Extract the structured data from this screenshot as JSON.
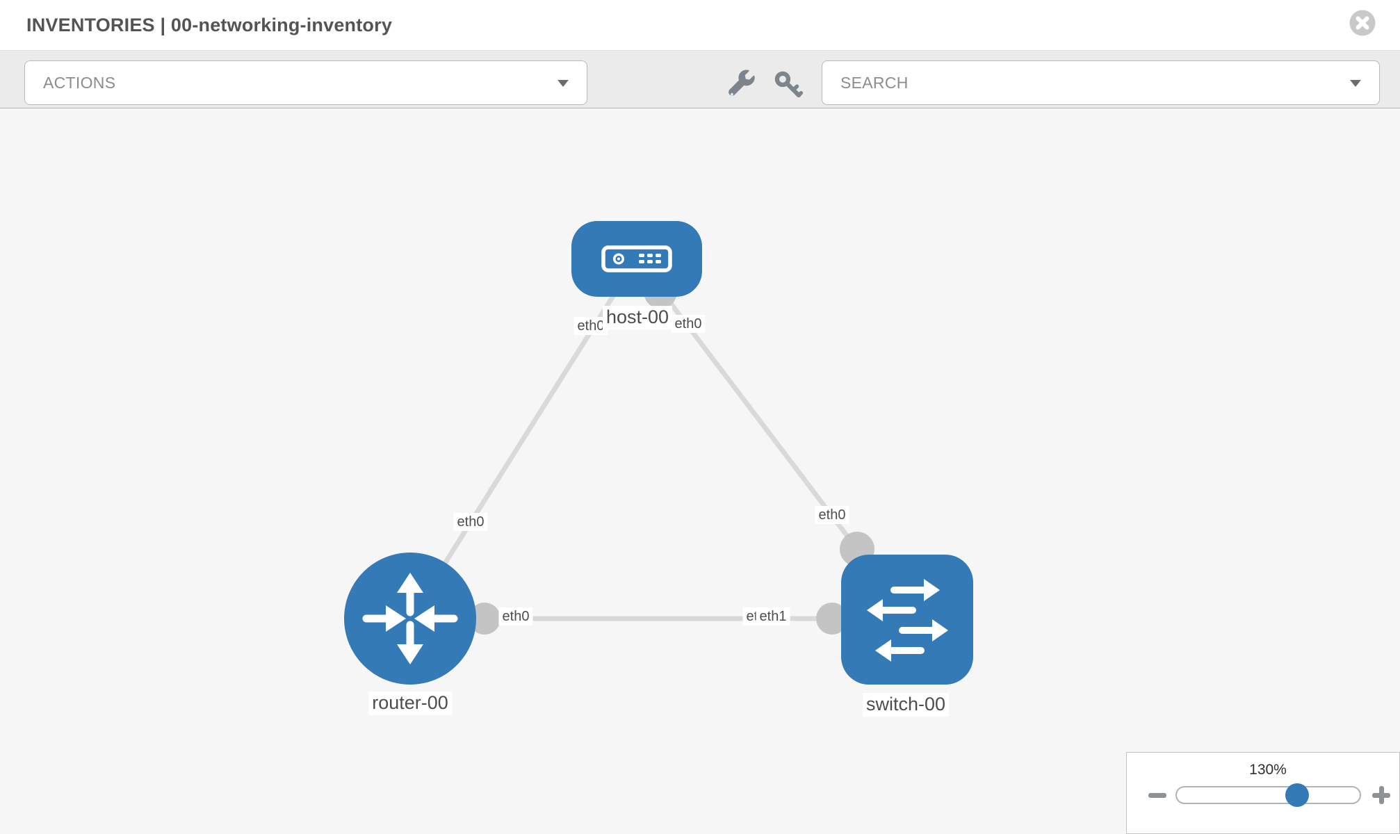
{
  "header": {
    "title": "INVENTORIES | 00-networking-inventory",
    "close_icon": "x-circle"
  },
  "toolbar": {
    "actions_label": "ACTIONS",
    "search_placeholder": "SEARCH",
    "wrench_icon": "wrench",
    "key_icon": "key"
  },
  "diagram": {
    "nodes": [
      {
        "id": "host-00",
        "type": "host",
        "label": "host-00",
        "icon": "host-device-icon"
      },
      {
        "id": "router-00",
        "type": "router",
        "label": "router-00",
        "icon": "router-arrows-icon"
      },
      {
        "id": "switch-00",
        "type": "switch",
        "label": "switch-00",
        "icon": "switch-arrows-icon"
      }
    ],
    "links": [
      {
        "source": "host-00",
        "target": "router-00",
        "source_interface": "eth0",
        "target_interface": "eth0"
      },
      {
        "source": "host-00",
        "target": "switch-00",
        "source_interface": "eth0",
        "target_interface": "eth0"
      },
      {
        "source": "router-00",
        "target": "switch-00",
        "source_interface": "eth0",
        "target_interface_labels": [
          "eth0",
          "eth1"
        ]
      }
    ],
    "colors": {
      "node_fill": "#337ab7",
      "link_stroke": "#d9d9d9",
      "connector_fill": "#c4c4c4",
      "label_text": "#4d4d4d"
    }
  },
  "zoom_control": {
    "level": "130%",
    "minus_icon": "minus",
    "plus_icon": "plus"
  }
}
